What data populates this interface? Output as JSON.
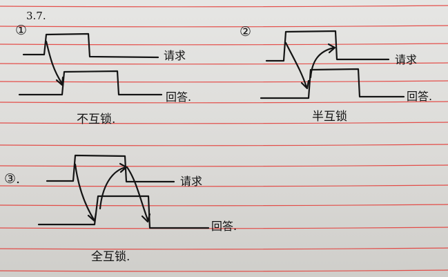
{
  "page_heading": "3.7.",
  "ruled_line_color": "#e4342f",
  "ink_color": "#141414",
  "diagrams": [
    {
      "marker": "①",
      "signal_top": "请求",
      "signal_bottom": "回答.",
      "caption": "不互锁."
    },
    {
      "marker": "②",
      "signal_top": "请求",
      "signal_bottom": "回答.",
      "caption": "半互锁"
    },
    {
      "marker": "③.",
      "signal_top": "请求",
      "signal_bottom": "回答.",
      "caption": "全互锁."
    }
  ]
}
